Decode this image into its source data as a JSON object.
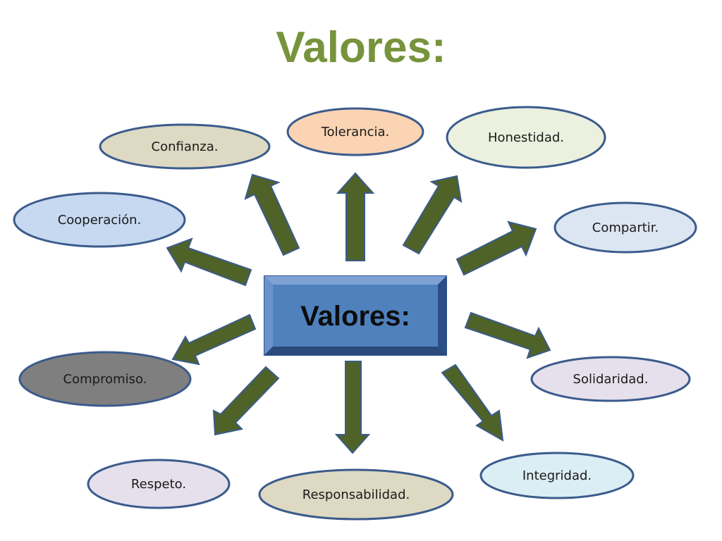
{
  "title": "Valores:",
  "center": {
    "label": "Valores:"
  },
  "nodes": [
    {
      "id": "confianza",
      "label": "Confianza.",
      "fill": "#ddd9c3"
    },
    {
      "id": "tolerancia",
      "label": "Tolerancia.",
      "fill": "#fbd4b4"
    },
    {
      "id": "honestidad",
      "label": "Honestidad.",
      "fill": "#ebf1de"
    },
    {
      "id": "cooperacion",
      "label": "Cooperación.",
      "fill": "#c6d9f1"
    },
    {
      "id": "compartir",
      "label": "Compartir.",
      "fill": "#dce6f2"
    },
    {
      "id": "compromiso",
      "label": "Compromiso.",
      "fill": "#7f7f7f"
    },
    {
      "id": "solidaridad",
      "label": "Solidaridad.",
      "fill": "#e5e0ec"
    },
    {
      "id": "respeto",
      "label": "Respeto.",
      "fill": "#e5e0ec"
    },
    {
      "id": "responsabilidad",
      "label": "Responsabilidad.",
      "fill": "#ddd9c3"
    },
    {
      "id": "integridad",
      "label": "Integridad.",
      "fill": "#dbeef4"
    }
  ],
  "colors": {
    "title": "#77933c",
    "ellipse_stroke": "#3b5b8c",
    "arrow_fill": "#4f6228",
    "arrow_stroke": "#3b5b8c",
    "center_fill": "#4f81bd",
    "center_stroke": "#2f528f"
  }
}
